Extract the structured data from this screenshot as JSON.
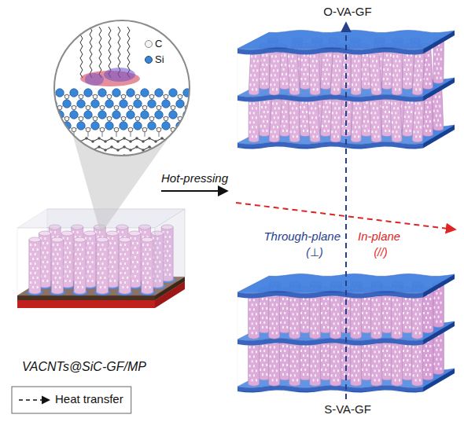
{
  "diagram": {
    "labels": [
      "VACNTs@SiC-GF/MP",
      "Hot-pressing",
      "O-VA-GF",
      "Through-plane",
      "(⊥)",
      "In-plane",
      "(//)",
      "S-VA-GF"
    ],
    "legend": [
      {
        "text": "C",
        "color": "#f4f4f4"
      },
      {
        "text": "Si",
        "color": "#3a86d6"
      },
      {
        "text": "Heat transfer"
      }
    ]
  }
}
